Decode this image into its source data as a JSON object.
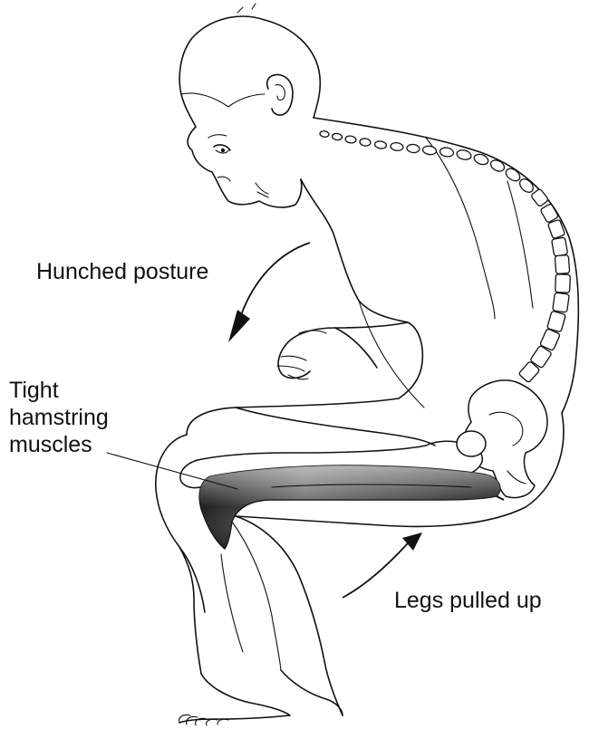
{
  "labels": {
    "hunched_posture": "Hunched posture",
    "tight_hamstring_line1": "Tight",
    "tight_hamstring_line2": "hamstring",
    "tight_hamstring_line3": "muscles",
    "legs_pulled_up": "Legs pulled up"
  },
  "colors": {
    "line": "#111111",
    "muscle_dark": "#2a2a2a",
    "muscle_light": "#cfcfcf",
    "background": "#ffffff"
  }
}
